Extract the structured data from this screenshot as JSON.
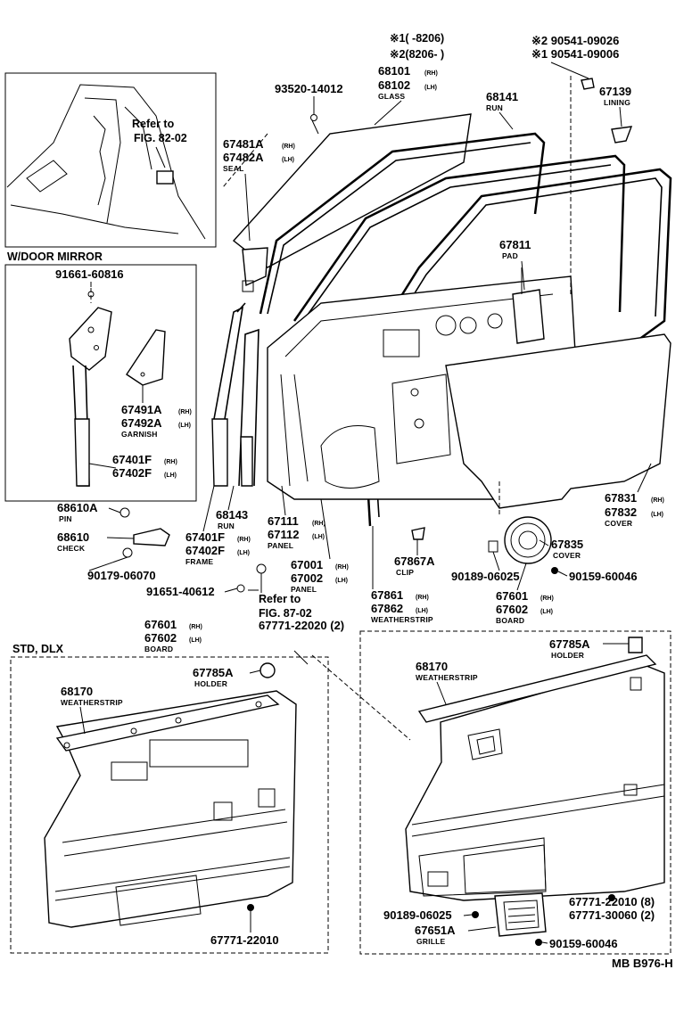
{
  "labels": {
    "serial_1": "※1(       -8206)",
    "serial_2": "※2(8206-       )",
    "p90541_09026": "※2 90541-09026",
    "p90541_09006": "※1 90541-09006",
    "p93520": "93520-14012",
    "p68101": "68101",
    "p68102": "68102",
    "rh": "(RH)",
    "lh": "(LH)",
    "glass": "GLASS",
    "p68141": "68141",
    "run": "RUN",
    "p67139": "67139",
    "lining": "LINING",
    "refer_to": "Refer to",
    "fig_82_02": "FIG. 82-02",
    "fig_87_02": "FIG. 87-02",
    "p67481a": "67481A",
    "p67482a": "67482A",
    "seal": "SEAL",
    "p67811": "67811",
    "pad": "PAD",
    "door_mirror": "W/DOOR MIRROR",
    "p91661": "91661-60816",
    "p67491a": "67491A",
    "p67492a": "67492A",
    "garnish": "GARNISH",
    "p67401f": "67401F",
    "p67402f": "67402F",
    "p67831": "67831",
    "p67832": "67832",
    "cover": "COVER",
    "p68610a": "68610A",
    "pin": "PIN",
    "p68143": "68143",
    "p67111": "67111",
    "p67112": "67112",
    "panel": "PANEL",
    "p68610": "68610",
    "check": "CHECK",
    "frame": "FRAME",
    "p67835": "67835",
    "p67867a": "67867A",
    "clip": "CLIP",
    "p67001": "67001",
    "p67002": "67002",
    "p90179": "90179-06070",
    "p90189": "90189-06025",
    "p90159": "90159-60046",
    "p91651": "91651-40612",
    "p67861": "67861",
    "p67862": "67862",
    "weatherstrip": "WEATHERSTRIP",
    "p67601": "67601",
    "p67602": "67602",
    "board": "BOARD",
    "p67771_22020": "67771-22020 (2)",
    "std_dlx": "STD, DLX",
    "p67785a": "67785A",
    "holder": "HOLDER",
    "p68170": "68170",
    "p67771_22010_8": "67771-22010 (8)",
    "p67771_30060_2": "67771-30060 (2)",
    "p67651a": "67651A",
    "grille": "GRILLE",
    "p67771_22010": "67771-22010",
    "figure_code": "MB B976-H"
  }
}
